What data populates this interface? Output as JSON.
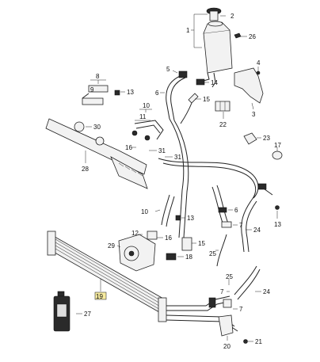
{
  "callouts": {
    "c1": "1",
    "c2": "2",
    "c3": "3",
    "c4": "4",
    "c5": "5",
    "c6": "6",
    "c7a": "7",
    "c7b": "7",
    "c8": "8",
    "c9": "9",
    "c10a": "10",
    "c10b": "10",
    "c11": "11",
    "c12": "12",
    "c13a": "13",
    "c13b": "13",
    "c14": "14",
    "c15a": "15",
    "c15b": "15",
    "c16a": "16",
    "c16b": "16",
    "c17": "17",
    "c18": "18",
    "c19": "19",
    "c20": "20",
    "c21": "21",
    "c22": "22",
    "c23": "23",
    "c24a": "24",
    "c24b": "24",
    "c25a": "25",
    "c25b": "25",
    "c26": "26",
    "c27": "27",
    "c28": "28",
    "c29": "29",
    "c30": "30",
    "c31a": "31",
    "c31b": "31"
  },
  "colors": {
    "highlight_box": "#f7eb9f",
    "line": "#222222"
  },
  "icons": [
    "reservoir-icon",
    "steering-rack-icon",
    "power-steering-pump-icon",
    "oil-cooler-icon",
    "fluid-bottle-icon",
    "hose-clamp-icon",
    "bracket-icon"
  ]
}
